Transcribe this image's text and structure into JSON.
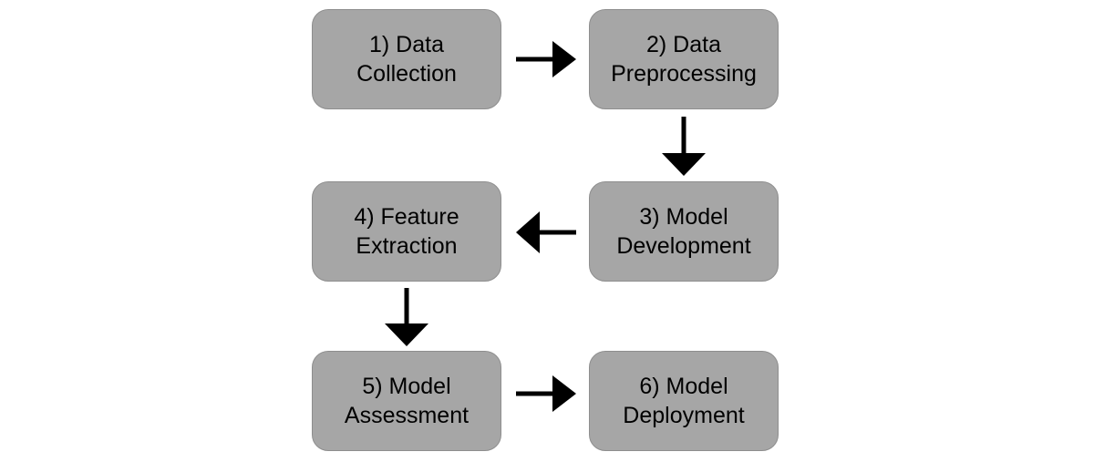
{
  "colors": {
    "background": "#ffffff",
    "node_fill": "#a6a6a6",
    "node_border": "#8e8e8e",
    "text": "#000000",
    "arrow": "#000000"
  },
  "nodes": [
    {
      "line1": "1) Data",
      "line2": "Collection"
    },
    {
      "line1": "2) Data",
      "line2": "Preprocessing"
    },
    {
      "line1": "3) Model",
      "line2": "Development"
    },
    {
      "line1": "4) Feature",
      "line2": "Extraction"
    },
    {
      "line1": "5) Model",
      "line2": "Assessment"
    },
    {
      "line1": "6) Model",
      "line2": "Deployment"
    }
  ],
  "edges": [
    {
      "from": "1) Data Collection",
      "to": "2) Data Preprocessing"
    },
    {
      "from": "2) Data Preprocessing",
      "to": "3) Model Development"
    },
    {
      "from": "3) Model Development",
      "to": "4) Feature Extraction"
    },
    {
      "from": "4) Feature Extraction",
      "to": "5) Model Assessment"
    },
    {
      "from": "5) Model Assessment",
      "to": "6) Model Deployment"
    }
  ]
}
